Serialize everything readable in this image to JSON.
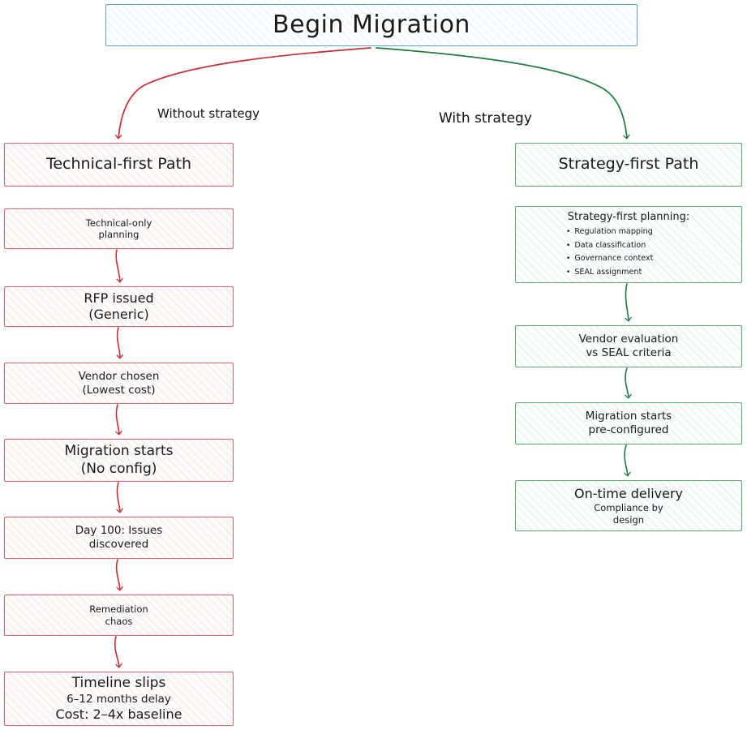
{
  "diagram": {
    "title_node": {
      "label": "Begin Migration",
      "border_color": "#5aa2d6"
    },
    "branches": [
      {
        "name": "without-strategy",
        "label": "Without strategy",
        "color": "#cc2b33"
      },
      {
        "name": "with-strategy",
        "label": "With strategy",
        "color": "#1e7a3c"
      }
    ],
    "left_column": {
      "accent_color": "#e0636b",
      "header": {
        "label": "Technical-first Path"
      },
      "steps": [
        {
          "name": "technical-only-planning",
          "lines": [
            "Technical-only",
            "planning"
          ]
        },
        {
          "name": "rfp-issued",
          "lines": [
            "RFP issued",
            "(Generic)"
          ]
        },
        {
          "name": "vendor-chosen",
          "lines": [
            "Vendor chosen",
            "(Lowest cost)"
          ]
        },
        {
          "name": "migration-starts-no-config",
          "lines": [
            "Migration starts",
            "(No config)"
          ]
        },
        {
          "name": "day-100-issues",
          "lines": [
            "Day 100: Issues",
            "discovered"
          ]
        },
        {
          "name": "remediation-chaos",
          "lines": [
            "Remediation",
            "chaos"
          ]
        },
        {
          "name": "timeline-slips",
          "lines": [
            "Timeline slips",
            "6–12 months delay",
            "Cost: 2–4x baseline"
          ]
        }
      ]
    },
    "right_column": {
      "accent_color": "#5ba875",
      "header": {
        "label": "Strategy-first Path"
      },
      "planning": {
        "heading": "Strategy-first planning:",
        "bullets": [
          "Regulation mapping",
          "Data classification",
          "Governance context",
          "SEAL assignment"
        ]
      },
      "steps": [
        {
          "name": "vendor-evaluation",
          "lines": [
            "Vendor evaluation",
            "vs SEAL criteria"
          ]
        },
        {
          "name": "migration-starts-preconfigured",
          "lines": [
            "Migration starts",
            "pre-configured"
          ]
        },
        {
          "name": "on-time-delivery",
          "lines": [
            "On-time delivery",
            "Compliance by",
            "design"
          ]
        }
      ]
    }
  }
}
